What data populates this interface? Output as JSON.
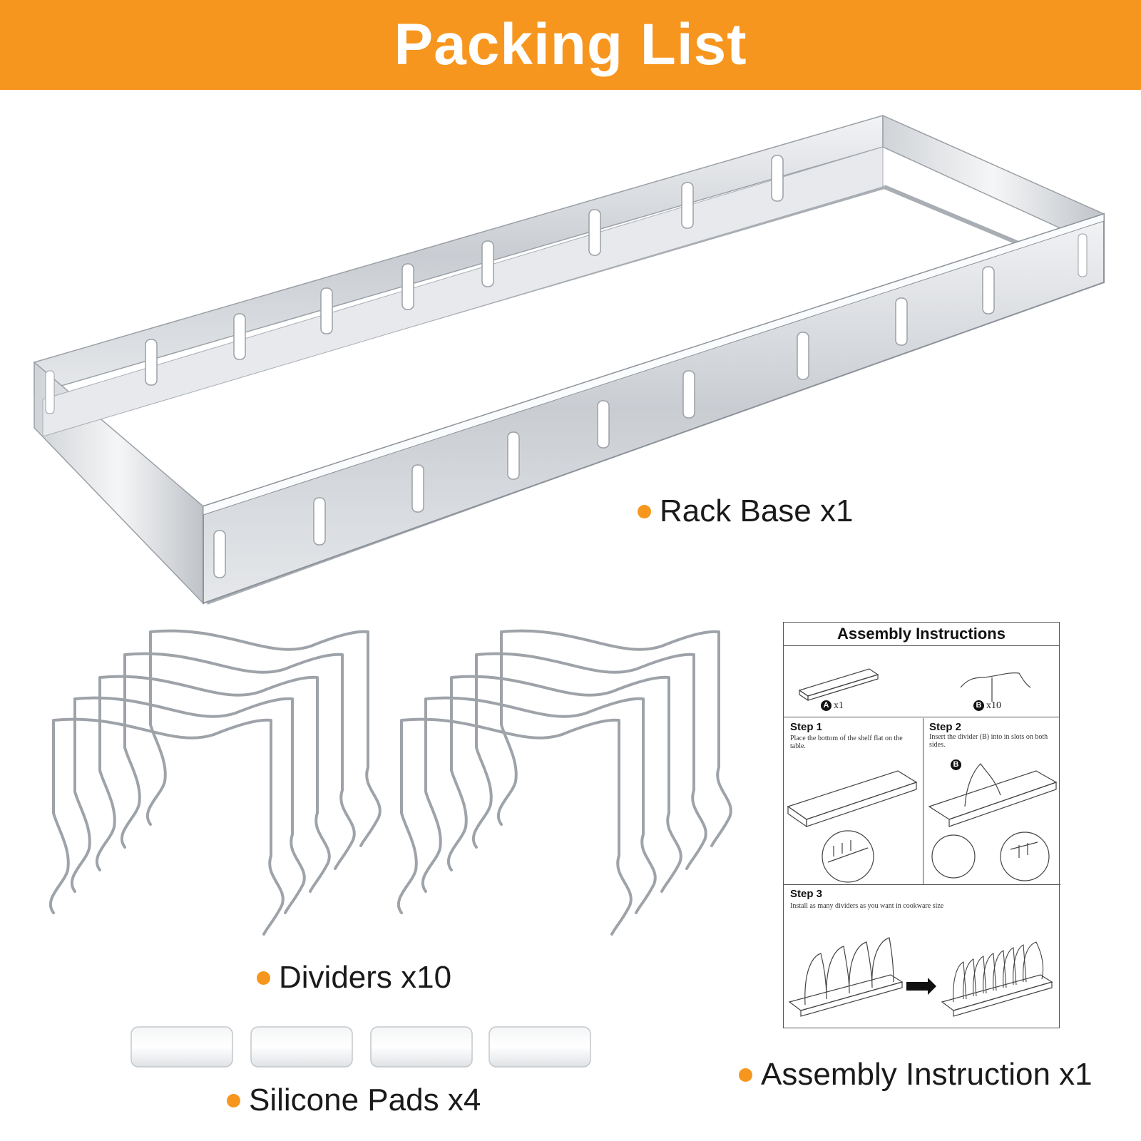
{
  "header": {
    "title": "Packing List"
  },
  "items": {
    "rack_base": "Rack Base x1",
    "dividers": "Dividers x10",
    "pads": "Silicone Pads x4",
    "instruction": "Assembly Instruction x1"
  },
  "manual": {
    "title": "Assembly Instructions",
    "part_a_badge": "A",
    "part_a_qty": "x1",
    "part_b_badge": "B",
    "part_b_qty": "x10",
    "step1_title": "Step 1",
    "step1_text": "Place the bottom of the shelf flat on the table.",
    "step2_title": "Step 2",
    "step2_text": "Insert the divider (B) into in slots on both sides.",
    "step2_badge": "B",
    "step3_title": "Step 3",
    "step3_text": "Install as many dividers as you want in cookware size"
  },
  "colors": {
    "accent": "#f7961e",
    "header_text": "#ffffff",
    "steel": "#c8ccd0"
  }
}
